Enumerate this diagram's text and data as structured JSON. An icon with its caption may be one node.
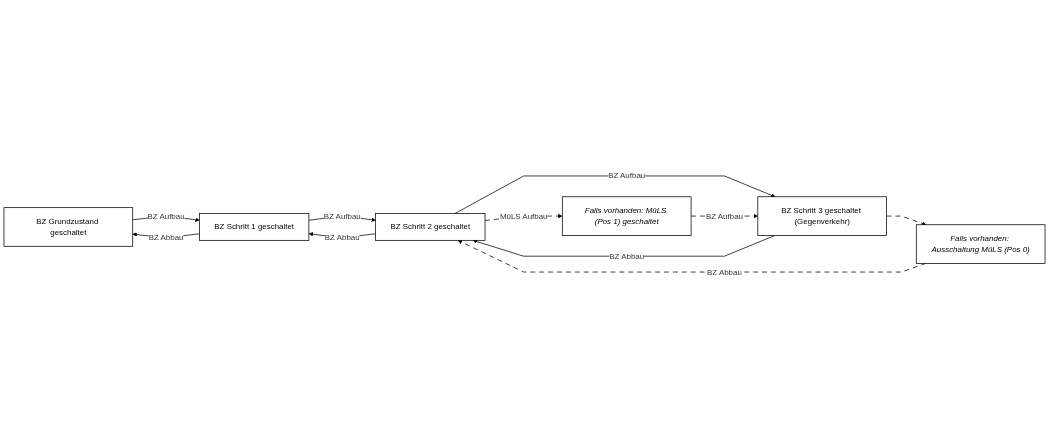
{
  "diagram": {
    "nodes": [
      {
        "text": [
          "BZ Grundzustand geschaltet"
        ]
      },
      {
        "text": [
          "BZ Schritt 1 geschaltet"
        ]
      },
      {
        "text": [
          "BZ Schritt 2 geschaltet"
        ]
      },
      {
        "text": [
          "BZ Schritt 3 geschaltet (Gegenverkehr)"
        ]
      },
      {
        "text": [
          "Falls vorhanden: MüLS (Pos 1) geschaltet"
        ]
      },
      {
        "text": [
          "Falls vorhanden: Ausschaltung MüLS (Pos 0)"
        ]
      }
    ],
    "edges": [
      {
        "from": 0,
        "to": 1,
        "arrow": "to",
        "label": "BZ Aufbau"
      },
      {
        "from": 1,
        "to": 0,
        "arrow": "to",
        "label": "BZ Abbau"
      },
      {
        "from": 1,
        "to": 2,
        "arrow": "to",
        "label": "BZ Aufbau"
      },
      {
        "from": 2,
        "to": 1,
        "arrow": "to",
        "label": "BZ Abbau"
      },
      {
        "from": 2,
        "to": 3,
        "arrow": "to",
        "label": "BZ Aufbau"
      },
      {
        "from": 3,
        "to": 2,
        "arrow": "to",
        "label": "BZ Abbau"
      },
      {
        "from": 2,
        "to": 4,
        "arrow": "to",
        "label": "MüLS Aufbau",
        "style": "dashed"
      },
      {
        "from": 4,
        "to": 3,
        "arrow": "to",
        "label": "BZ Aufbau",
        "style": "dashed"
      },
      {
        "from": 3,
        "to": 5,
        "arrow": "to",
        "style": "dashed"
      },
      {
        "from": 5,
        "to": 2,
        "arrow": "to",
        "label": "BZ Abbau",
        "style": "dashed"
      }
    ]
  }
}
